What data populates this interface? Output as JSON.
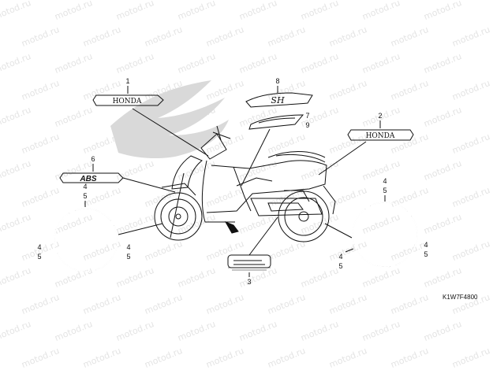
{
  "watermark": {
    "text": "motod.ru"
  },
  "diagram_code": "K1W7F4800",
  "parts": {
    "p1": {
      "callout": "1",
      "text": "HONDA"
    },
    "p2": {
      "callout": "2",
      "text": "HONDA"
    },
    "p3": {
      "callout": "3"
    },
    "p6": {
      "callout": "6",
      "text": "ABS"
    },
    "p8": {
      "callout": "8",
      "text": "SH"
    },
    "p79": {
      "callout_a": "7",
      "callout_b": "9"
    },
    "ring_labels": {
      "a": "4",
      "b": "5"
    }
  }
}
